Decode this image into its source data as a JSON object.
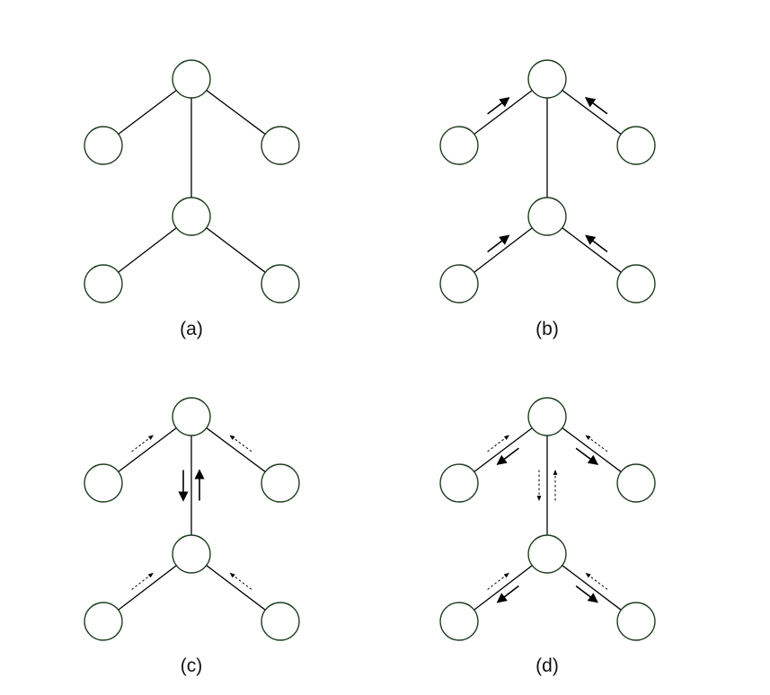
{
  "colors": {
    "node_stroke": "#1f3d1f",
    "edge": "#000000",
    "arrow": "#000000",
    "background": "#ffffff"
  },
  "panels": [
    {
      "label": "(a)",
      "nodes": [
        "root",
        "upper-left-leaf",
        "upper-right-leaf",
        "child",
        "lower-left-leaf",
        "lower-right-leaf"
      ],
      "edges": [
        [
          "root",
          "upper-left-leaf"
        ],
        [
          "root",
          "upper-right-leaf"
        ],
        [
          "root",
          "child"
        ],
        [
          "child",
          "lower-left-leaf"
        ],
        [
          "child",
          "lower-right-leaf"
        ]
      ],
      "messages": []
    },
    {
      "label": "(b)",
      "nodes": [
        "root",
        "upper-left-leaf",
        "upper-right-leaf",
        "child",
        "lower-left-leaf",
        "lower-right-leaf"
      ],
      "edges": [
        [
          "root",
          "upper-left-leaf"
        ],
        [
          "root",
          "upper-right-leaf"
        ],
        [
          "root",
          "child"
        ],
        [
          "child",
          "lower-left-leaf"
        ],
        [
          "child",
          "lower-right-leaf"
        ]
      ],
      "messages": [
        {
          "from": "upper-left-leaf",
          "to": "root",
          "style": "solid"
        },
        {
          "from": "upper-right-leaf",
          "to": "root",
          "style": "solid"
        },
        {
          "from": "lower-left-leaf",
          "to": "child",
          "style": "solid"
        },
        {
          "from": "lower-right-leaf",
          "to": "child",
          "style": "solid"
        }
      ]
    },
    {
      "label": "(c)",
      "nodes": [
        "root",
        "upper-left-leaf",
        "upper-right-leaf",
        "child",
        "lower-left-leaf",
        "lower-right-leaf"
      ],
      "edges": [
        [
          "root",
          "upper-left-leaf"
        ],
        [
          "root",
          "upper-right-leaf"
        ],
        [
          "root",
          "child"
        ],
        [
          "child",
          "lower-left-leaf"
        ],
        [
          "child",
          "lower-right-leaf"
        ]
      ],
      "messages": [
        {
          "from": "upper-left-leaf",
          "to": "root",
          "style": "dashed"
        },
        {
          "from": "upper-right-leaf",
          "to": "root",
          "style": "dashed"
        },
        {
          "from": "lower-left-leaf",
          "to": "child",
          "style": "dashed"
        },
        {
          "from": "lower-right-leaf",
          "to": "child",
          "style": "dashed"
        },
        {
          "from": "root",
          "to": "child",
          "style": "solid"
        },
        {
          "from": "child",
          "to": "root",
          "style": "solid"
        }
      ]
    },
    {
      "label": "(d)",
      "nodes": [
        "root",
        "upper-left-leaf",
        "upper-right-leaf",
        "child",
        "lower-left-leaf",
        "lower-right-leaf"
      ],
      "edges": [
        [
          "root",
          "upper-left-leaf"
        ],
        [
          "root",
          "upper-right-leaf"
        ],
        [
          "root",
          "child"
        ],
        [
          "child",
          "lower-left-leaf"
        ],
        [
          "child",
          "lower-right-leaf"
        ]
      ],
      "messages": [
        {
          "from": "upper-left-leaf",
          "to": "root",
          "style": "dashed"
        },
        {
          "from": "upper-right-leaf",
          "to": "root",
          "style": "dashed"
        },
        {
          "from": "lower-left-leaf",
          "to": "child",
          "style": "dashed"
        },
        {
          "from": "lower-right-leaf",
          "to": "child",
          "style": "dashed"
        },
        {
          "from": "root",
          "to": "child",
          "style": "dashed"
        },
        {
          "from": "child",
          "to": "root",
          "style": "dashed"
        },
        {
          "from": "root",
          "to": "upper-left-leaf",
          "style": "solid"
        },
        {
          "from": "root",
          "to": "upper-right-leaf",
          "style": "solid"
        },
        {
          "from": "child",
          "to": "lower-left-leaf",
          "style": "solid"
        },
        {
          "from": "child",
          "to": "lower-right-leaf",
          "style": "solid"
        }
      ]
    }
  ]
}
